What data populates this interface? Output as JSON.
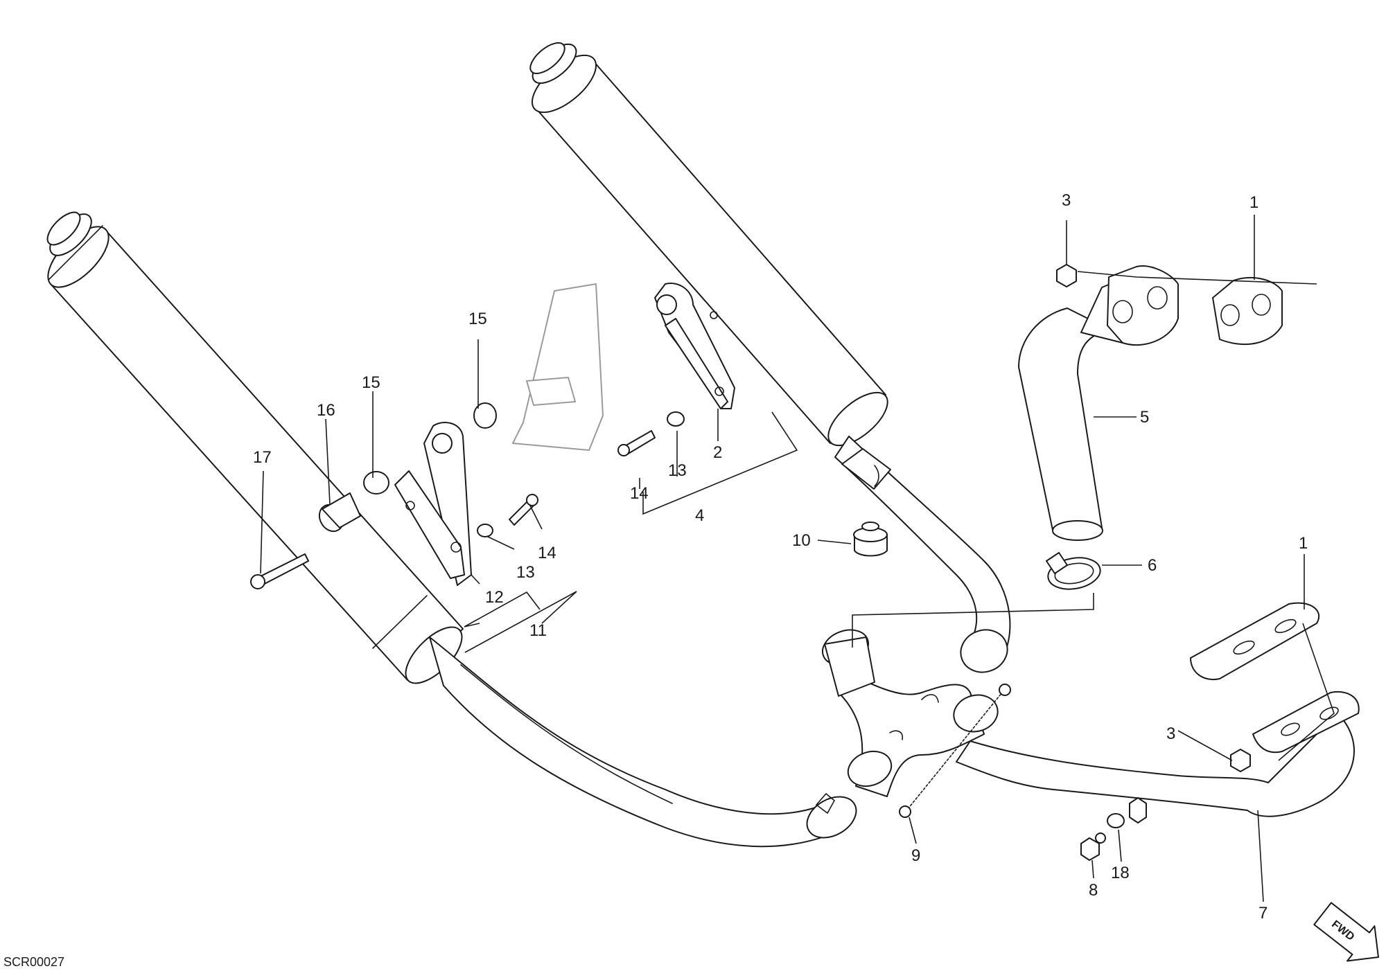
{
  "diagram_code": "SCR00027",
  "direction_label": "FWD",
  "colors": {
    "line": "#1a1a1a",
    "ghost": "#9a9a9a",
    "background": "#ffffff"
  },
  "callouts": {
    "c1a": "1",
    "c1b": "1",
    "c2": "2",
    "c3a": "3",
    "c3b": "3",
    "c4": "4",
    "c5": "5",
    "c6": "6",
    "c7": "7",
    "c8": "8",
    "c9": "9",
    "c10": "10",
    "c11": "11",
    "c12": "12",
    "c13a": "13",
    "c13b": "13",
    "c14a": "14",
    "c14b": "14",
    "c15a": "15",
    "c15b": "15",
    "c16": "16",
    "c17": "17",
    "c18": "18"
  }
}
